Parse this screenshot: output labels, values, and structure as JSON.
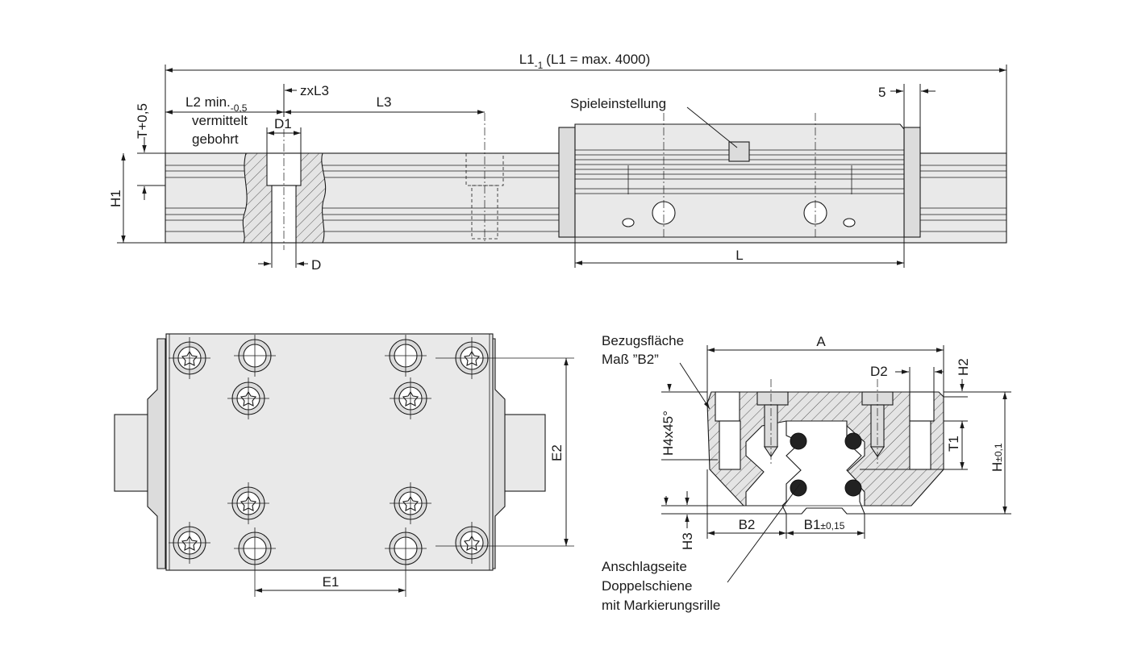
{
  "top_view": {
    "dim_total": "L1",
    "dim_total_sub": "-1",
    "dim_total_note": "(L1 = max. 4000)",
    "dim_l2": "L2 min.",
    "dim_l2_sub": "-0,5",
    "dim_l2_note1": "vermittelt",
    "dim_l2_note2": "gebohrt",
    "dim_zxl3": "zxL3",
    "dim_l3": "L3",
    "dim_d1": "D1",
    "dim_d": "D",
    "dim_t": "T+0,5",
    "dim_h1": "H1",
    "dim_l": "L",
    "dim_5": "5",
    "callout_play": "Spieleinstellung"
  },
  "plan_view": {
    "dim_e1": "E1",
    "dim_e2": "E2"
  },
  "section_view": {
    "callout_reference_1": "Bezugsfläche",
    "callout_reference_2": "Maß ”B2”",
    "dim_a": "A",
    "dim_d2": "D2",
    "dim_h2": "H2",
    "dim_h4": "H4x45°",
    "dim_t1": "T1",
    "dim_h": "H",
    "dim_h_tol": "±0,1",
    "dim_b2": "B2",
    "dim_b1": "B1",
    "dim_b1_tol": "±0,15",
    "dim_h3": "H3",
    "callout_stop_1": "Anschlagseite",
    "callout_stop_2": "Doppelschiene",
    "callout_stop_3": "mit Markierungsrille"
  }
}
